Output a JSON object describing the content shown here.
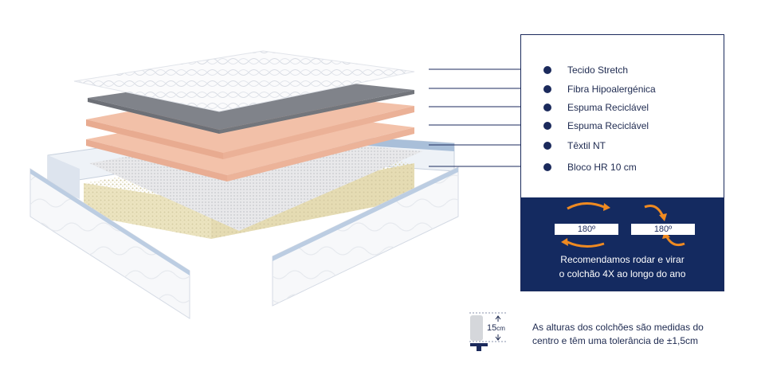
{
  "layers": [
    {
      "label": "Tecido Stretch"
    },
    {
      "label": "Fibra Hipoalergénica"
    },
    {
      "label": "Espuma Reciclável"
    },
    {
      "label": "Espuma Reciclável"
    },
    {
      "label": "Têxtil NT"
    },
    {
      "label": "Bloco HR 10 cm"
    }
  ],
  "recommendation": {
    "rotate_degrees": "180º",
    "flip_degrees": "180º",
    "line1": "Recomendamos rodar e virar",
    "line2": "o colchão 4X ao longo do ano"
  },
  "height": {
    "value": "15",
    "unit": "cm"
  },
  "note": {
    "line1": "As alturas dos colchões são medidas do",
    "line2": "centro e têm uma tolerância de ±1,5cm"
  },
  "colors": {
    "navy": "#142a60",
    "orange": "#ef8a21",
    "foam": "#f2c0a8",
    "gray_layer": "#7e8187",
    "hr_block": "#ede6c4"
  }
}
